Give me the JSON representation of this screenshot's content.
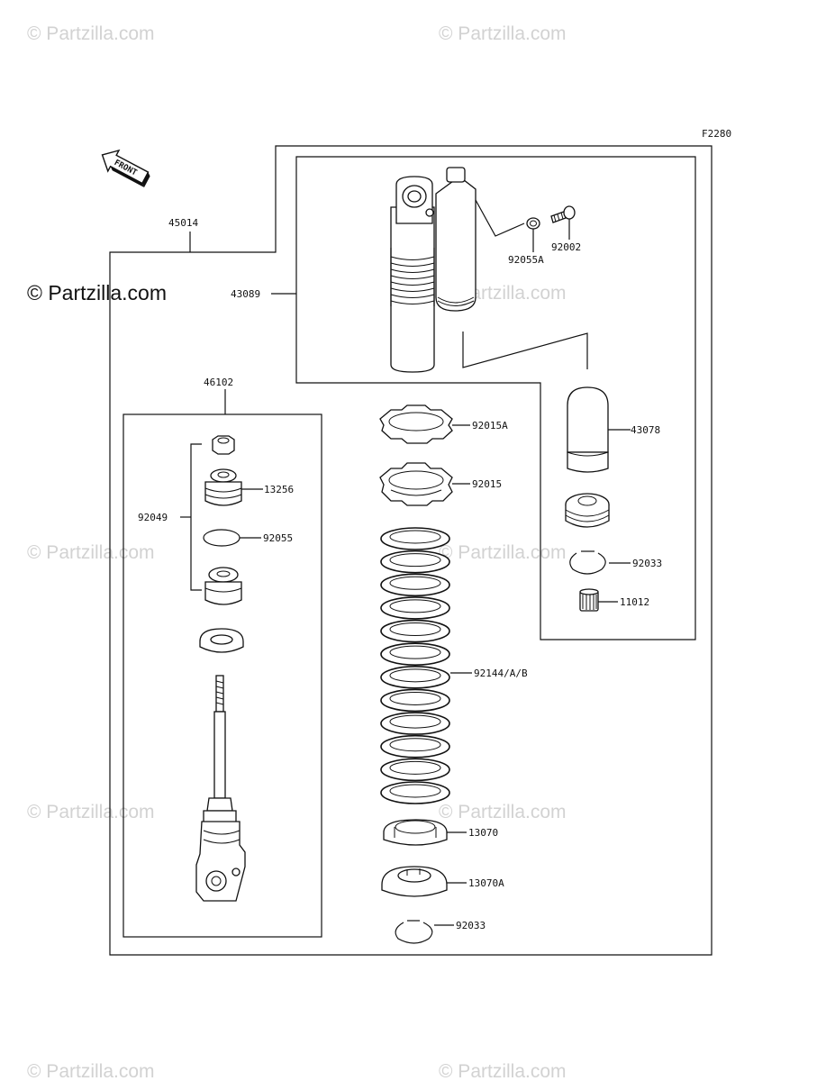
{
  "diagram": {
    "ref_code": "F2280",
    "front_label": "FRONT",
    "watermark": "© Partzilla.com",
    "labels": {
      "p45014": "45014",
      "p43089": "43089",
      "p92055A": "92055A",
      "p92002": "92002",
      "p43078": "43078",
      "p46102": "46102",
      "p92049": "92049",
      "p13256": "13256",
      "p92055": "92055",
      "p92015A": "92015A",
      "p92015": "92015",
      "p92033a": "92033",
      "p11012": "11012",
      "p92144": "92144/A/B",
      "p13070": "13070",
      "p13070A": "13070A",
      "p92033b": "92033"
    }
  }
}
